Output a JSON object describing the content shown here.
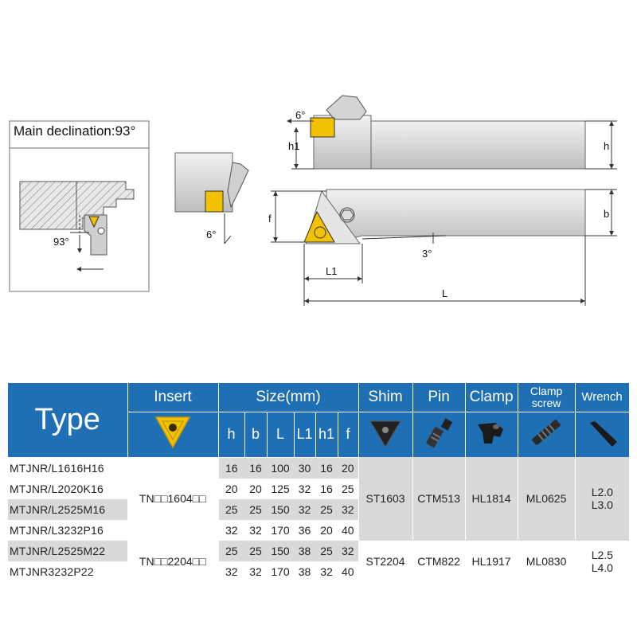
{
  "diagram": {
    "decl_label": "Main declination:93°",
    "angle_93": "93°",
    "angle_6_side": "6°",
    "angle_6_top": "6°",
    "angle_3": "3°",
    "dim_h1": "h1",
    "dim_h": "h",
    "dim_f": "f",
    "dim_b": "b",
    "dim_L1": "L1",
    "dim_L": "L"
  },
  "table": {
    "header": {
      "type": "Type",
      "insert": "Insert",
      "size": "Size(mm)",
      "shim": "Shim",
      "pin": "Pin",
      "clamp": "Clamp",
      "clamp_screw_1": "Clamp",
      "clamp_screw_2": "screw",
      "wrench": "Wrench",
      "dims": [
        "h",
        "b",
        "L",
        "L1",
        "h1",
        "f"
      ]
    },
    "rows": [
      {
        "type": "MTJNR/L1616H16",
        "h": "16",
        "b": "16",
        "L": "100",
        "L1": "30",
        "h1": "16",
        "f": "20"
      },
      {
        "type": "MTJNR/L2020K16",
        "h": "20",
        "b": "20",
        "L": "125",
        "L1": "32",
        "h1": "16",
        "f": "25"
      },
      {
        "type": "MTJNR/L2525M16",
        "h": "25",
        "b": "25",
        "L": "150",
        "L1": "32",
        "h1": "25",
        "f": "32"
      },
      {
        "type": "MTJNR/L3232P16",
        "h": "32",
        "b": "32",
        "L": "170",
        "L1": "36",
        "h1": "20",
        "f": "40"
      },
      {
        "type": "MTJNR/L2525M22",
        "h": "25",
        "b": "25",
        "L": "150",
        "L1": "38",
        "h1": "25",
        "f": "32"
      },
      {
        "type": "MTJNR3232P22",
        "h": "32",
        "b": "32",
        "L": "170",
        "L1": "38",
        "h1": "32",
        "f": "40"
      }
    ],
    "group1": {
      "insert": "TN□□1604□□",
      "shim": "ST1603",
      "pin": "CTM513",
      "clamp": "HL1814",
      "screw": "ML0625",
      "wrench_1": "L2.0",
      "wrench_2": "L3.0"
    },
    "group2": {
      "insert": "TN□□2204□□",
      "shim": "ST2204",
      "pin": "CTM822",
      "clamp": "HL1917",
      "screw": "ML0830",
      "wrench_1": "L2.5",
      "wrench_2": "L4.0"
    }
  },
  "colors": {
    "header_blue": "#1f6fb4",
    "insert_yellow": "#f2c200",
    "row_grey": "#d9d9d9"
  }
}
